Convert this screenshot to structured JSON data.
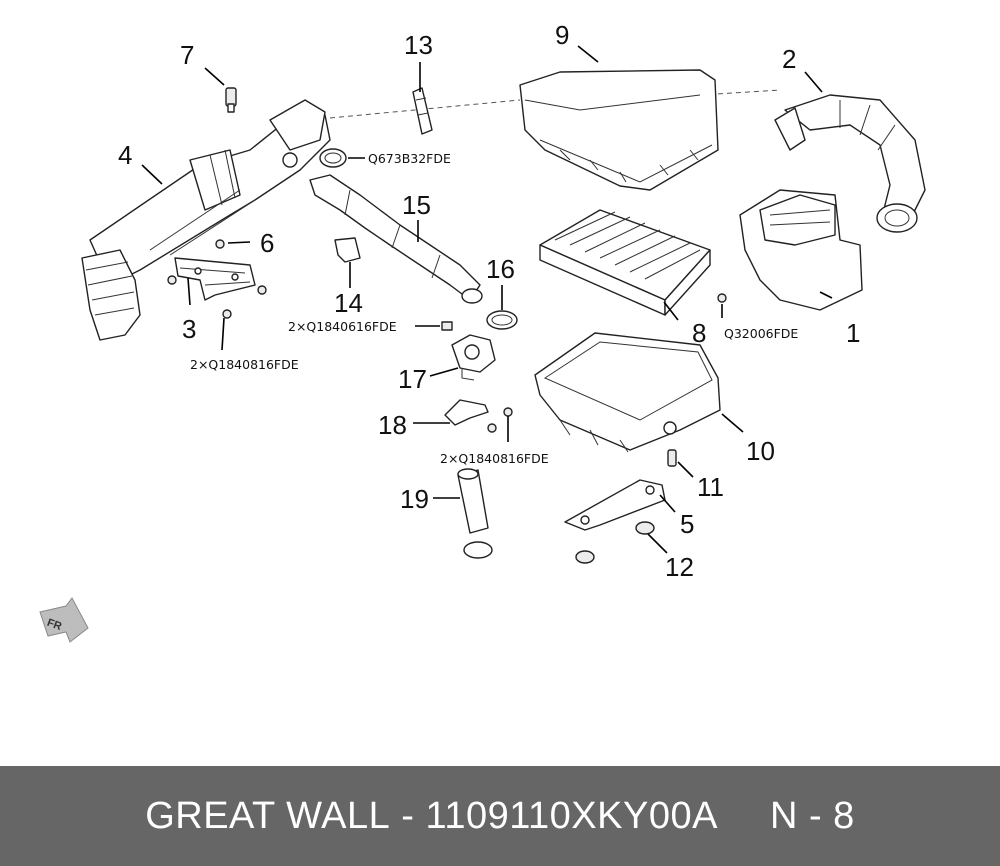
{
  "diagram": {
    "callouts": {
      "c1": "1",
      "c2": "2",
      "c3": "3",
      "c4": "4",
      "c5": "5",
      "c6": "6",
      "c7": "7",
      "c8": "8",
      "c9": "9",
      "c10": "10",
      "c11": "11",
      "c12": "12",
      "c13": "13",
      "c14": "14",
      "c15": "15",
      "c16": "16",
      "c17": "17",
      "c18": "18",
      "c19": "19"
    },
    "codes": {
      "q673": "Q673B32FDE",
      "q1840816_left": "2×Q1840816FDE",
      "q1840616": "2×Q1840616FDE",
      "q32006": "Q32006FDE",
      "q1840816_center": "2×Q1840816FDE"
    },
    "fr_label": "FR"
  },
  "footer": {
    "brand": "GREAT WALL",
    "separator": " - ",
    "part_number": "1109110XKY00A",
    "page": "N - 8"
  }
}
